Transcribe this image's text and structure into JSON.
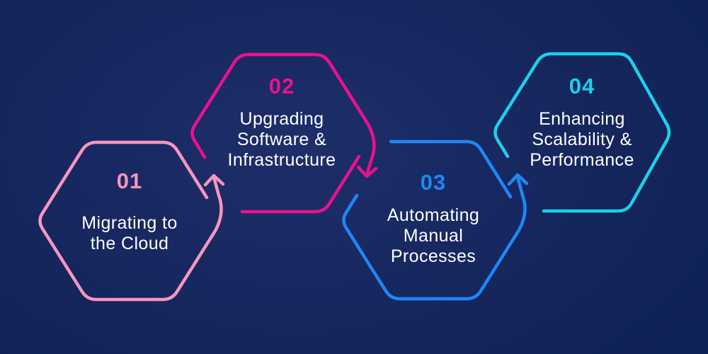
{
  "diagram": {
    "type": "hexagon-process-flow",
    "background": {
      "center_color": "#1e2e6a",
      "edge_color": "#081e52"
    },
    "text_color": "#ffffff",
    "steps": [
      {
        "number": "01",
        "color": "#F795C0",
        "row": "bottom",
        "label": "Migrating to the Cloud",
        "label_lines": [
          "Migrating to",
          "the Cloud"
        ]
      },
      {
        "number": "02",
        "color": "#EB118E",
        "row": "top",
        "label": "Upgrading Software & Infrastructure",
        "label_lines": [
          "Upgrading",
          "Software &",
          "Infrastructure"
        ]
      },
      {
        "number": "03",
        "color": "#1E87F4",
        "row": "bottom",
        "label": "Automating Manual Processes",
        "label_lines": [
          "Automating",
          "Manual",
          "Processes"
        ]
      },
      {
        "number": "04",
        "color": "#1CD0EA",
        "row": "top",
        "label": "Enhancing Scalability & Performance",
        "label_lines": [
          "Enhancing",
          "Scalability &",
          "Performance"
        ]
      }
    ],
    "connectors": [
      {
        "from": "01",
        "to": "02",
        "direction": "up",
        "color": "#F795C0"
      },
      {
        "from": "02",
        "to": "03",
        "direction": "down",
        "color": "#EB118E"
      },
      {
        "from": "03",
        "to": "04",
        "direction": "up",
        "color": "#1E87F4"
      }
    ]
  }
}
